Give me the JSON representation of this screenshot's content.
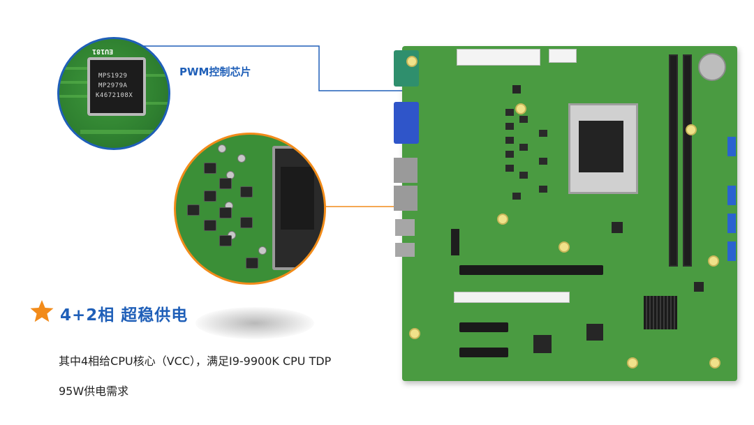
{
  "callout": {
    "pwm_label": "PWM控制芯片"
  },
  "chip_zoom": {
    "silk_label": "EU181",
    "marking_lines": [
      "MPS1929",
      "MP2979A",
      "K4672108X"
    ]
  },
  "feature": {
    "title": "4+2相 超稳供电",
    "desc_line1": "其中4相给CPU核心（VCC），满足I9-9900K CPU TDP",
    "desc_line2": "95W供电需求"
  },
  "colors": {
    "accent_blue": "#1f5fb8",
    "accent_orange": "#f28b1a",
    "pcb_green": "#4a9b41"
  },
  "icons": {
    "feature_star": "star-icon"
  }
}
